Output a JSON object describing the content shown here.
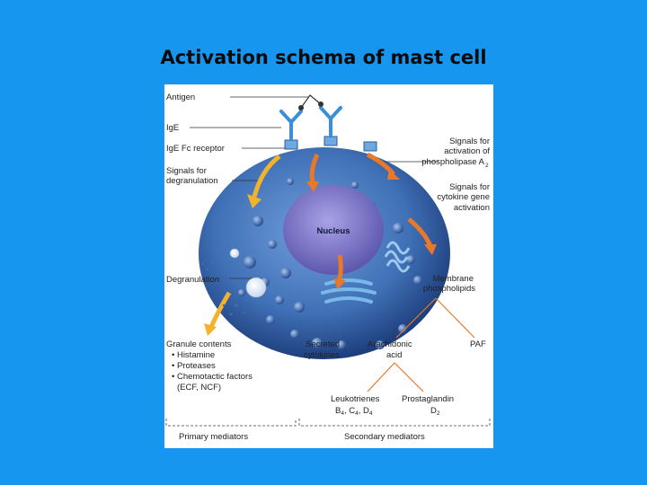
{
  "title": "Activation schema of mast cell",
  "figure": {
    "labels": {
      "antigen": "Antigen",
      "ige": "IgE",
      "ige_fc_receptor": "IgE Fc receptor",
      "signals_degranulation_1": "Signals for",
      "signals_degranulation_2": "degranulation",
      "degranulation": "Degranulation",
      "nucleus": "Nucleus",
      "signals_pla2_1": "Signals for",
      "signals_pla2_2": "activation of",
      "signals_pla2_3": "phospholipase A",
      "signals_pla2_sub": "2",
      "signals_cytokine_1": "Signals for",
      "signals_cytokine_2": "cytokine gene",
      "signals_cytokine_3": "activation",
      "membrane_1": "Membrane",
      "membrane_2": "phospholipids",
      "granule_contents": "Granule contents",
      "histamine": "• Histamine",
      "proteases": "• Proteases",
      "chemotactic_1": "• Chemotactic factors",
      "chemotactic_2": "(ECF, NCF)",
      "secreted_1": "Secreted",
      "secreted_2": "cytokines",
      "arachidonic_1": "Arachidonic",
      "arachidonic_2": "acid",
      "paf": "PAF",
      "leukotrienes_1": "Leukotrienes",
      "leukotrienes_b": "B",
      "leukotrienes_b_sub": "4",
      "leukotrienes_c": ", C",
      "leukotrienes_c_sub": "4",
      "leukotrienes_d": ", D",
      "leukotrienes_d_sub": "4",
      "prostaglandin_1": "Prostaglandin",
      "prostaglandin_d": "D",
      "prostaglandin_d_sub": "2",
      "primary_mediators": "Primary mediators",
      "secondary_mediators": "Secondary mediators"
    },
    "colors": {
      "background": "#1796f0",
      "cell_body": "#3f6fb5",
      "nucleus": "#7d78c8",
      "arrow_orange": "#e8782a",
      "arrow_yellow": "#f2b32a",
      "antibody": "#3a8fd8"
    }
  }
}
